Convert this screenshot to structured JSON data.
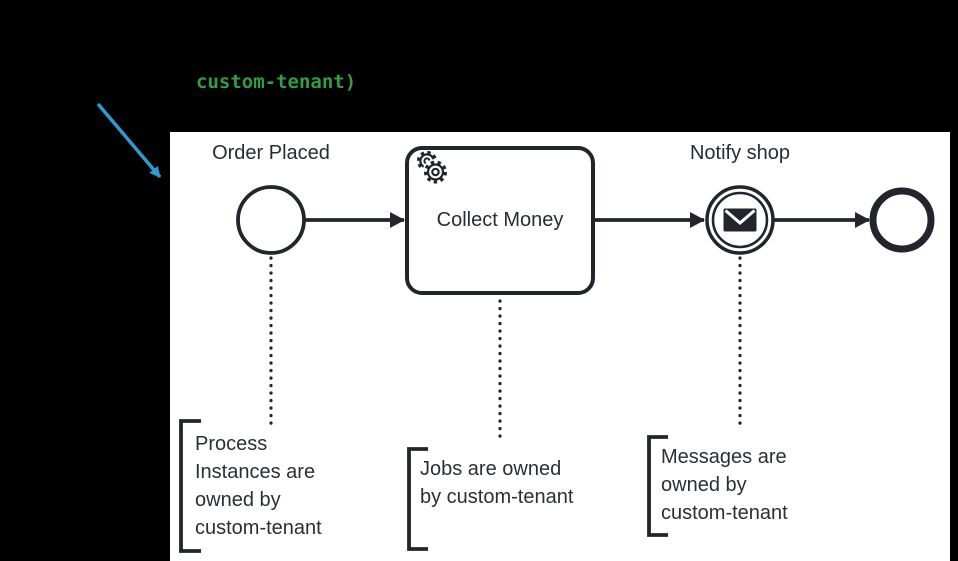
{
  "overlay": {
    "code_text": "custom-tenant)",
    "code_color": "#2f9e44",
    "pointer_arrow_color": "#2e9ad3"
  },
  "diagram": {
    "page_background": "#000000",
    "canvas_background": "#ffffff",
    "stroke_color": "#23252d",
    "start_event": {
      "type": "start-event",
      "label": "Order Placed"
    },
    "service_task": {
      "type": "service-task",
      "label": "Collect Money",
      "icon": "gear-icon"
    },
    "message_event": {
      "type": "message-intermediate-event",
      "label": "Notify shop",
      "icon": "envelope-icon"
    },
    "end_event": {
      "type": "end-event"
    },
    "annotations": [
      {
        "text": "Process\nInstances are\nowned by\ncustom-tenant"
      },
      {
        "text": "Jobs are owned\nby custom-tenant"
      },
      {
        "text": "Messages are\nowned by\ncustom-tenant"
      }
    ]
  }
}
